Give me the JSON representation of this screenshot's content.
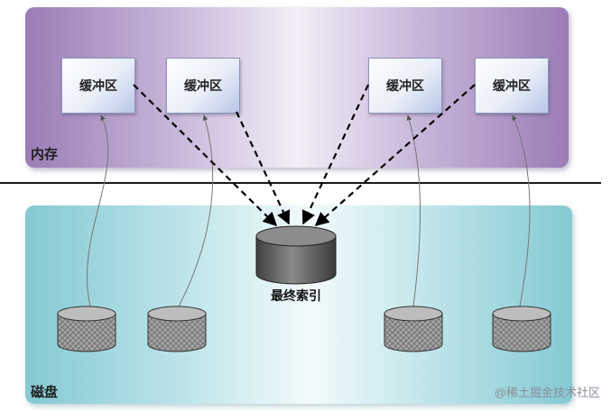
{
  "memory": {
    "label": "内存"
  },
  "disk": {
    "label": "磁盘"
  },
  "buffers": [
    {
      "label": "缓冲区"
    },
    {
      "label": "缓冲区"
    },
    {
      "label": "缓冲区"
    },
    {
      "label": "缓冲区"
    }
  ],
  "final_index": {
    "label": "最终索引"
  },
  "watermark": "@稀土掘金技术社区",
  "colors": {
    "memory_panel": "#9a7db6",
    "disk_panel": "#85c9d2",
    "buffer_box": "#e9eef8",
    "final_index_cylinder": "#5c5c5c",
    "disk_cylinder": "#9b9b9b"
  }
}
